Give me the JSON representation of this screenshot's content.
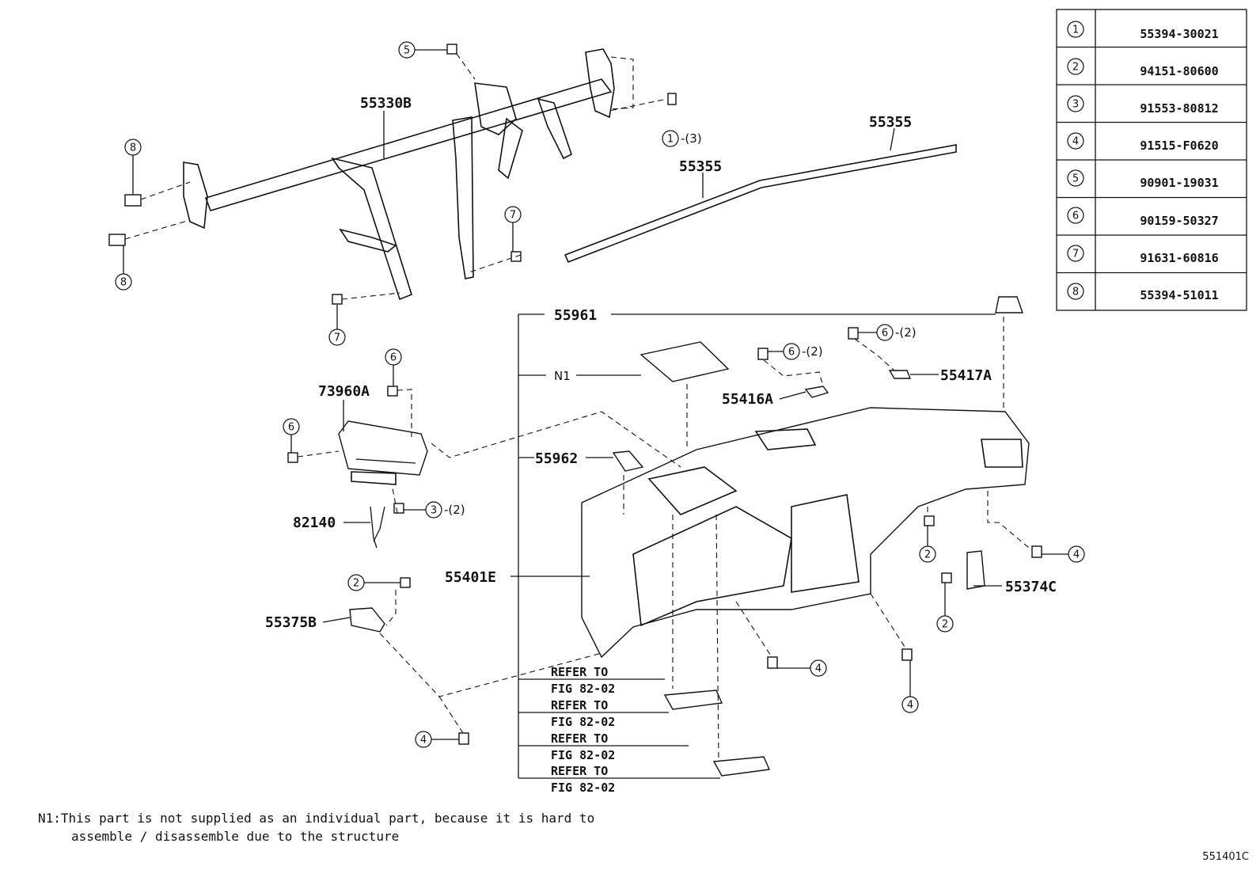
{
  "parts_table": [
    {
      "no": "1",
      "part": "55394-30021"
    },
    {
      "no": "2",
      "part": "94151-80600"
    },
    {
      "no": "3",
      "part": "91553-80812"
    },
    {
      "no": "4",
      "part": "91515-F0620"
    },
    {
      "no": "5",
      "part": "90901-19031"
    },
    {
      "no": "6",
      "part": "90159-50327"
    },
    {
      "no": "7",
      "part": "91631-60816"
    },
    {
      "no": "8",
      "part": "55394-51011"
    }
  ],
  "labels": {
    "l55330B": "55330B",
    "l55355a": "55355",
    "l55355b": "55355",
    "l55961": "55961",
    "lN1": "N1",
    "l55962": "55962",
    "l55401E": "55401E",
    "l73960A": "73960A",
    "l82140": "82140",
    "l55375B": "55375B",
    "l55416A": "55416A",
    "l55417A": "55417A",
    "l55374C": "55374C"
  },
  "callouts": [
    {
      "id": "c5_top",
      "num": "5",
      "qty": ""
    },
    {
      "id": "c1",
      "num": "1",
      "qty": "-(3)"
    },
    {
      "id": "c8_a",
      "num": "8",
      "qty": ""
    },
    {
      "id": "c8_b",
      "num": "8",
      "qty": ""
    },
    {
      "id": "c7_a",
      "num": "7",
      "qty": ""
    },
    {
      "id": "c7_b",
      "num": "7",
      "qty": ""
    },
    {
      "id": "c6_a",
      "num": "6",
      "qty": ""
    },
    {
      "id": "c6_b",
      "num": "6",
      "qty": ""
    },
    {
      "id": "c3",
      "num": "3",
      "qty": "-(2)"
    },
    {
      "id": "c2_a",
      "num": "2",
      "qty": ""
    },
    {
      "id": "c4_a",
      "num": "4",
      "qty": ""
    },
    {
      "id": "c6_c",
      "num": "6",
      "qty": "-(2)"
    },
    {
      "id": "c6_d",
      "num": "6",
      "qty": "-(2)"
    },
    {
      "id": "c2_b",
      "num": "2",
      "qty": ""
    },
    {
      "id": "c2_c",
      "num": "2",
      "qty": ""
    },
    {
      "id": "c4_b",
      "num": "4",
      "qty": ""
    },
    {
      "id": "c4_c",
      "num": "4",
      "qty": ""
    },
    {
      "id": "c4_d",
      "num": "4",
      "qty": ""
    }
  ],
  "refer": [
    {
      "line1": "REFER TO",
      "line2": "FIG 82-02"
    },
    {
      "line1": "REFER TO",
      "line2": "FIG 82-02"
    },
    {
      "line1": "REFER TO",
      "line2": "FIG 82-02"
    },
    {
      "line1": "REFER TO",
      "line2": "FIG 82-02"
    }
  ],
  "note": {
    "line1": "N1:This part is not supplied as an individual part, because it is hard to",
    "line2": "assemble / disassemble due to the structure"
  },
  "figure_code": "551401C"
}
